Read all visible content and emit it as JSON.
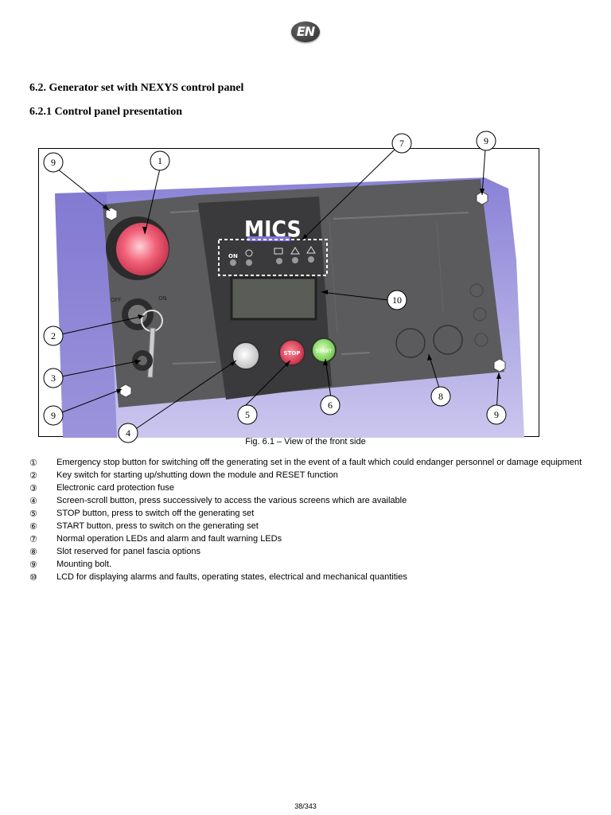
{
  "header": {
    "language_badge": "EN"
  },
  "section": {
    "heading": "6.2. Generator set with NEXYS control panel",
    "subheading": "6.2.1 Control panel presentation"
  },
  "figure": {
    "caption": "Fig. 6.1 – View of the front side",
    "panel_brand": "MICS",
    "led_label_on": "ON",
    "key_switch_off": "OFF",
    "key_switch_on": "ON",
    "stop_label": "STOP",
    "start_label": "START",
    "callouts": [
      "1",
      "2",
      "3",
      "4",
      "5",
      "6",
      "7",
      "8",
      "9",
      "10"
    ]
  },
  "legend": [
    {
      "num": "①",
      "text": "Emergency stop button for switching off the generating set in the event of a fault which could endanger personnel or damage equipment"
    },
    {
      "num": "②",
      "text": "Key switch for starting up/shutting down the module and RESET function"
    },
    {
      "num": "③",
      "text": "Electronic card protection fuse"
    },
    {
      "num": "④",
      "text": "Screen-scroll button, press successively to access the various screens which are available"
    },
    {
      "num": "⑤",
      "text": "STOP button, press to switch off the generating set"
    },
    {
      "num": "⑥",
      "text": "START button, press to switch on the generating set"
    },
    {
      "num": "⑦",
      "text": "Normal operation LEDs and alarm and fault warning LEDs"
    },
    {
      "num": "⑧",
      "text": "Slot reserved for panel fascia options"
    },
    {
      "num": "⑨",
      "text": "Mounting bolt."
    },
    {
      "num": "⑩",
      "text": "LCD for displaying alarms and faults, operating states, electrical and mechanical quantities"
    }
  ],
  "footer": {
    "page": "38/343"
  }
}
